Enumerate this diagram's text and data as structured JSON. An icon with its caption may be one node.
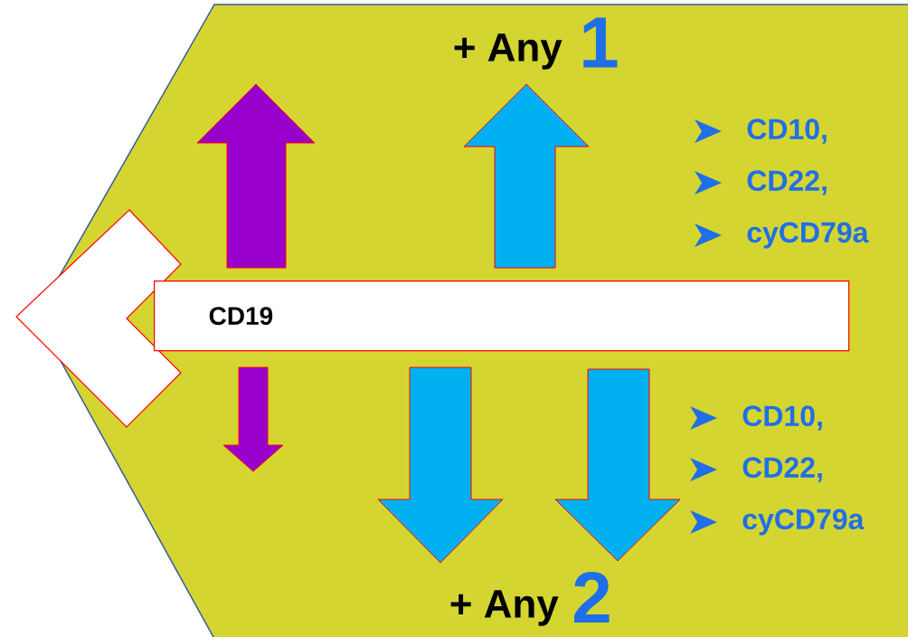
{
  "diagram": {
    "nodes": [
      {
        "text": [
          "CD19"
        ]
      },
      {
        "text": [],
        "shape": "chevron"
      }
    ],
    "labels": [
      "+ Any",
      "1",
      "CD10,",
      "CD22,",
      "cyCD79a",
      "CD10,",
      "CD22,",
      "cyCD79a",
      "+ Any",
      "2"
    ]
  }
}
